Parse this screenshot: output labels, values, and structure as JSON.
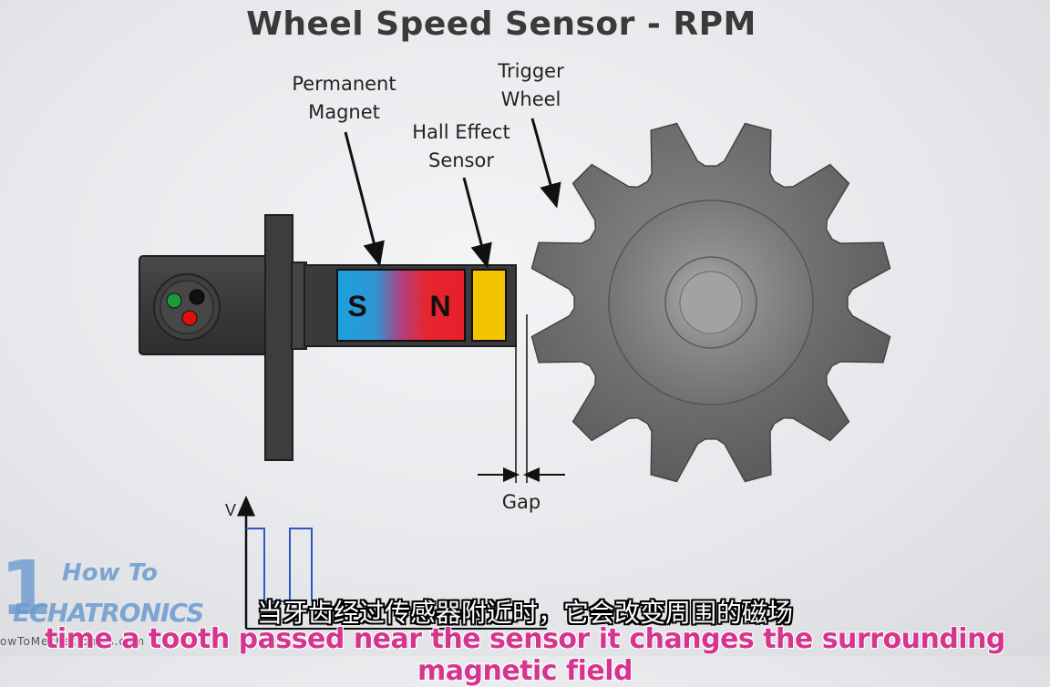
{
  "title": "Wheel Speed Sensor - RPM",
  "labels": {
    "magnet_line1": "Permanent",
    "magnet_line2": "Magnet",
    "hall_line1": "Hall Effect",
    "hall_line2": "Sensor",
    "wheel_line1": "Trigger",
    "wheel_line2": "Wheel",
    "gap": "Gap",
    "pole_s": "S",
    "pole_n": "N",
    "axis_v": "V"
  },
  "logo": {
    "one": "1",
    "how_to": "How To",
    "mechatronics": "ECHATRONICS",
    "url": "owToMechatronics.com"
  },
  "subtitles": {
    "chinese": "当牙齿经过传感器附近时，它会改变周围的磁场",
    "english": "time a tooth passed near the sensor it changes the surrounding magnetic field"
  },
  "colors": {
    "hall_sensor": "#f2c500",
    "magnet_south": "#1fa0d8",
    "magnet_north": "#e8202a",
    "wire_green": "#1a9a3a",
    "wire_red": "#e01010",
    "signal_line": "#2d55c8",
    "subtitle_en": "#d6358f"
  }
}
